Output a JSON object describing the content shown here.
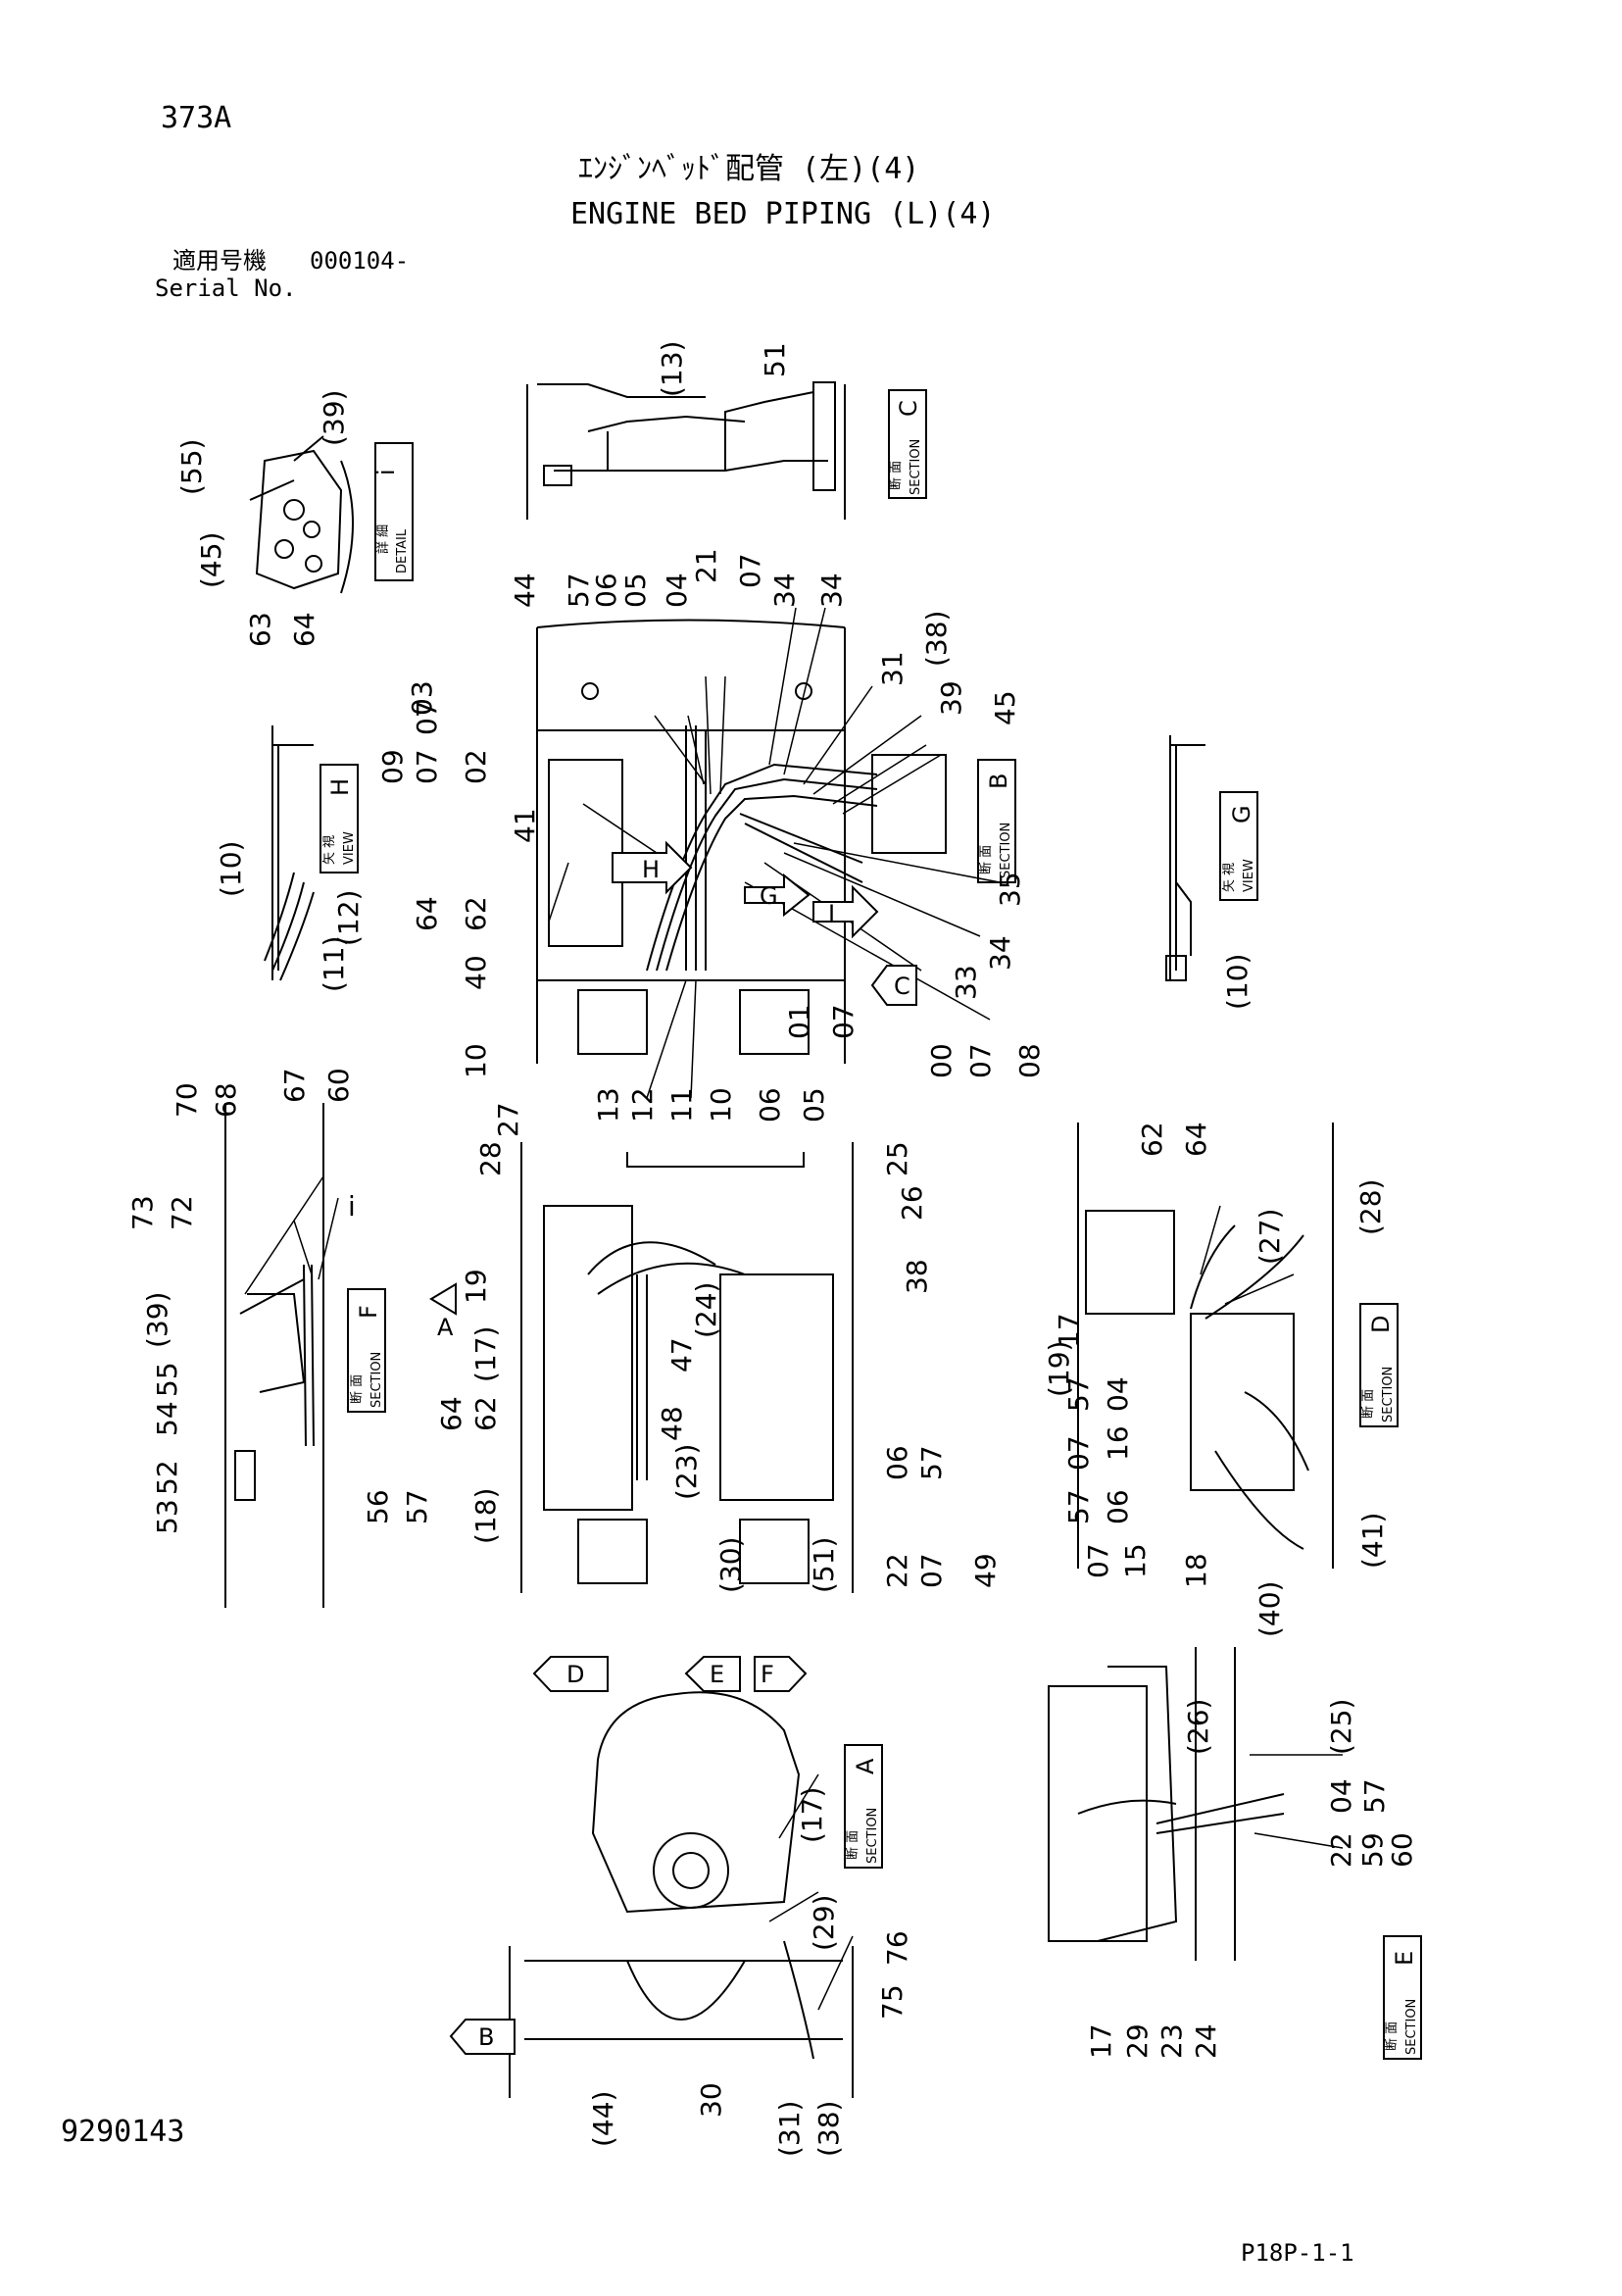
{
  "page_code": "373A",
  "title_jp": "ｴﾝｼﾞﾝﾍﾞｯﾄﾞ配管 (左)(4)",
  "title_en": "ENGINE BED PIPING (L)(4)",
  "serial_label_jp": "適用号機",
  "serial_value": "000104-",
  "serial_label_en": "Serial No.",
  "drawing_no": "9290143",
  "page_ref": "P18P-1-1",
  "panels": {
    "detail_i": {
      "box_letter": "i",
      "box_jp": "詳 細",
      "box_en": "DETAIL",
      "labels": [
        "(55)",
        "(39)",
        "(45)",
        "63",
        "64"
      ]
    },
    "section_c": {
      "box_letter": "C",
      "box_jp": "断 面",
      "box_en": "SECTION",
      "labels": [
        "(13)",
        "51"
      ]
    },
    "view_h": {
      "box_letter": "H",
      "box_jp": "矢 視",
      "box_en": "VIEW",
      "labels": [
        "(10)",
        "(11)",
        "(12)"
      ]
    },
    "view_g": {
      "box_letter": "G",
      "box_jp": "矢 視",
      "box_en": "VIEW",
      "labels": [
        "(10)"
      ]
    },
    "section_b": {
      "box_letter": "B",
      "box_jp": "断 面",
      "box_en": "SECTION"
    },
    "section_f": {
      "box_letter": "F",
      "box_jp": "断 面",
      "box_en": "SECTION",
      "labels": [
        "70",
        "68",
        "67",
        "60",
        "73",
        "72",
        "i",
        "(39)",
        "55",
        "54",
        "52",
        "53",
        "56",
        "57"
      ]
    },
    "section_d": {
      "box_letter": "D",
      "box_jp": "断 面",
      "box_en": "SECTION",
      "labels": [
        "62",
        "64",
        "(27)",
        "(28)",
        "17",
        "(19)",
        "57",
        "04",
        "07",
        "16",
        "57",
        "06",
        "07",
        "15",
        "18",
        "(40)",
        "(41)"
      ]
    },
    "section_a": {
      "box_letter": "A",
      "box_jp": "断 面",
      "box_en": "SECTION",
      "labels": [
        "(17)",
        "(29)",
        "76",
        "75",
        "(44)",
        "30",
        "(31)",
        "(38)"
      ]
    },
    "section_e": {
      "box_letter": "E",
      "box_jp": "断 面",
      "box_en": "SECTION",
      "labels": [
        "(26)",
        "(25)",
        "04",
        "57",
        "22",
        "59",
        "60",
        "17",
        "29",
        "23",
        "24"
      ]
    }
  },
  "main_top_labels": [
    "44",
    "57",
    "06",
    "05",
    "04",
    "21",
    "07",
    "34",
    "34",
    "31",
    "(38)",
    "39",
    "45",
    "09",
    "07",
    "03",
    "07",
    "02",
    "41",
    "64",
    "62",
    "40",
    "10",
    "35",
    "34",
    "33",
    "00",
    "07",
    "08",
    "01",
    "07",
    "13",
    "12",
    "11",
    "10",
    "06",
    "05"
  ],
  "main_bottom_labels": [
    "28",
    "27",
    "25",
    "26",
    "38",
    "19",
    "(17)",
    "64",
    "62",
    "47",
    "(24)",
    "48",
    "(23)",
    "06",
    "57",
    "(18)",
    "(30)",
    "(51)",
    "22",
    "07",
    "49"
  ],
  "arrow_letters": {
    "h": "H",
    "g": "G",
    "i": "I",
    "c": "C",
    "a": "A",
    "d": "D",
    "e": "E",
    "f": "F",
    "b": "B"
  }
}
